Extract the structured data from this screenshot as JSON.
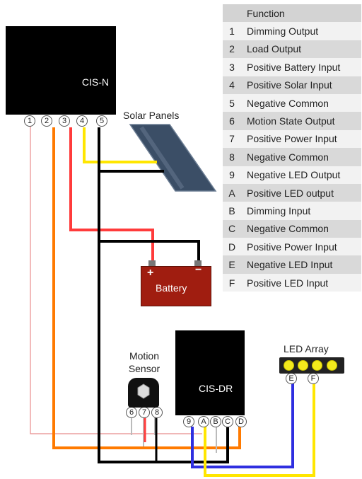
{
  "table": {
    "header": "Function",
    "rows": [
      {
        "code": "1",
        "function": "Dimming Output"
      },
      {
        "code": "2",
        "function": "Load Output"
      },
      {
        "code": "3",
        "function": "Positive Battery Input"
      },
      {
        "code": "4",
        "function": "Positive Solar Input"
      },
      {
        "code": "5",
        "function": "Negative Common"
      },
      {
        "code": "6",
        "function": "Motion State Output"
      },
      {
        "code": "7",
        "function": "Positive Power Input"
      },
      {
        "code": "8",
        "function": "Negative Common"
      },
      {
        "code": "9",
        "function": "Negative LED Output"
      },
      {
        "code": "A",
        "function": "Positive LED output"
      },
      {
        "code": "B",
        "function": "Dimming Input"
      },
      {
        "code": "C",
        "function": "Negative Common"
      },
      {
        "code": "D",
        "function": "Positive Power Input"
      },
      {
        "code": "E",
        "function": "Negative LED Input"
      },
      {
        "code": "F",
        "function": "Positive LED Input"
      }
    ]
  },
  "components": {
    "cis_n": "CIS-N",
    "cis_dr": "CIS-DR",
    "solar": "Solar Panels",
    "battery": "Battery",
    "battery_plus": "+",
    "battery_minus": "−",
    "motion_line1": "Motion",
    "motion_line2": "Sensor",
    "led_array": "LED Array"
  },
  "pins": {
    "cis_n": [
      "1",
      "2",
      "3",
      "4",
      "5"
    ],
    "sensor": [
      "6",
      "7",
      "8"
    ],
    "cis_dr": [
      "9",
      "A",
      "B",
      "C",
      "D"
    ],
    "led": [
      "E",
      "F"
    ]
  },
  "wire_colors": {
    "dimming": "#e88c8c",
    "load": "#ff7a00",
    "battery_positive": "#ff3b3b",
    "solar_positive": "#ffe600",
    "negative": "#000000",
    "led_negative": "#2f2fe0",
    "led_positive": "#ffe600",
    "dimming_input": "#bbbbbb"
  }
}
